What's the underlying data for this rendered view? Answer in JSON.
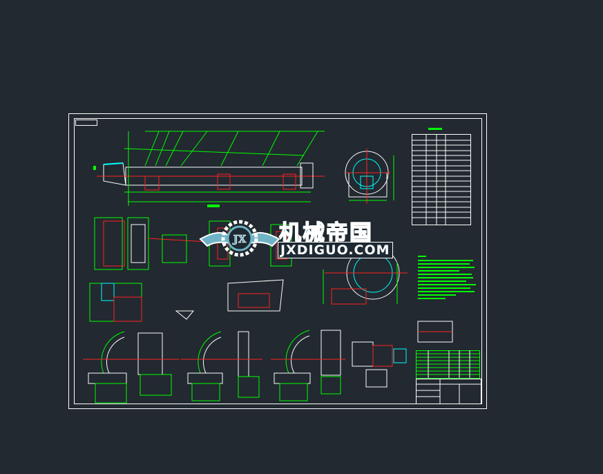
{
  "watermark": {
    "title_cn": "机械帝国",
    "site": "JXDIGUO.COM",
    "emblem": "JX"
  },
  "colors": {
    "background": "#222930",
    "frame": "#ffffff",
    "lines_green": "#00ff00",
    "lines_red": "#ff2020",
    "lines_cyan": "#00ffff",
    "logo_blue": "#6fb3c6"
  }
}
